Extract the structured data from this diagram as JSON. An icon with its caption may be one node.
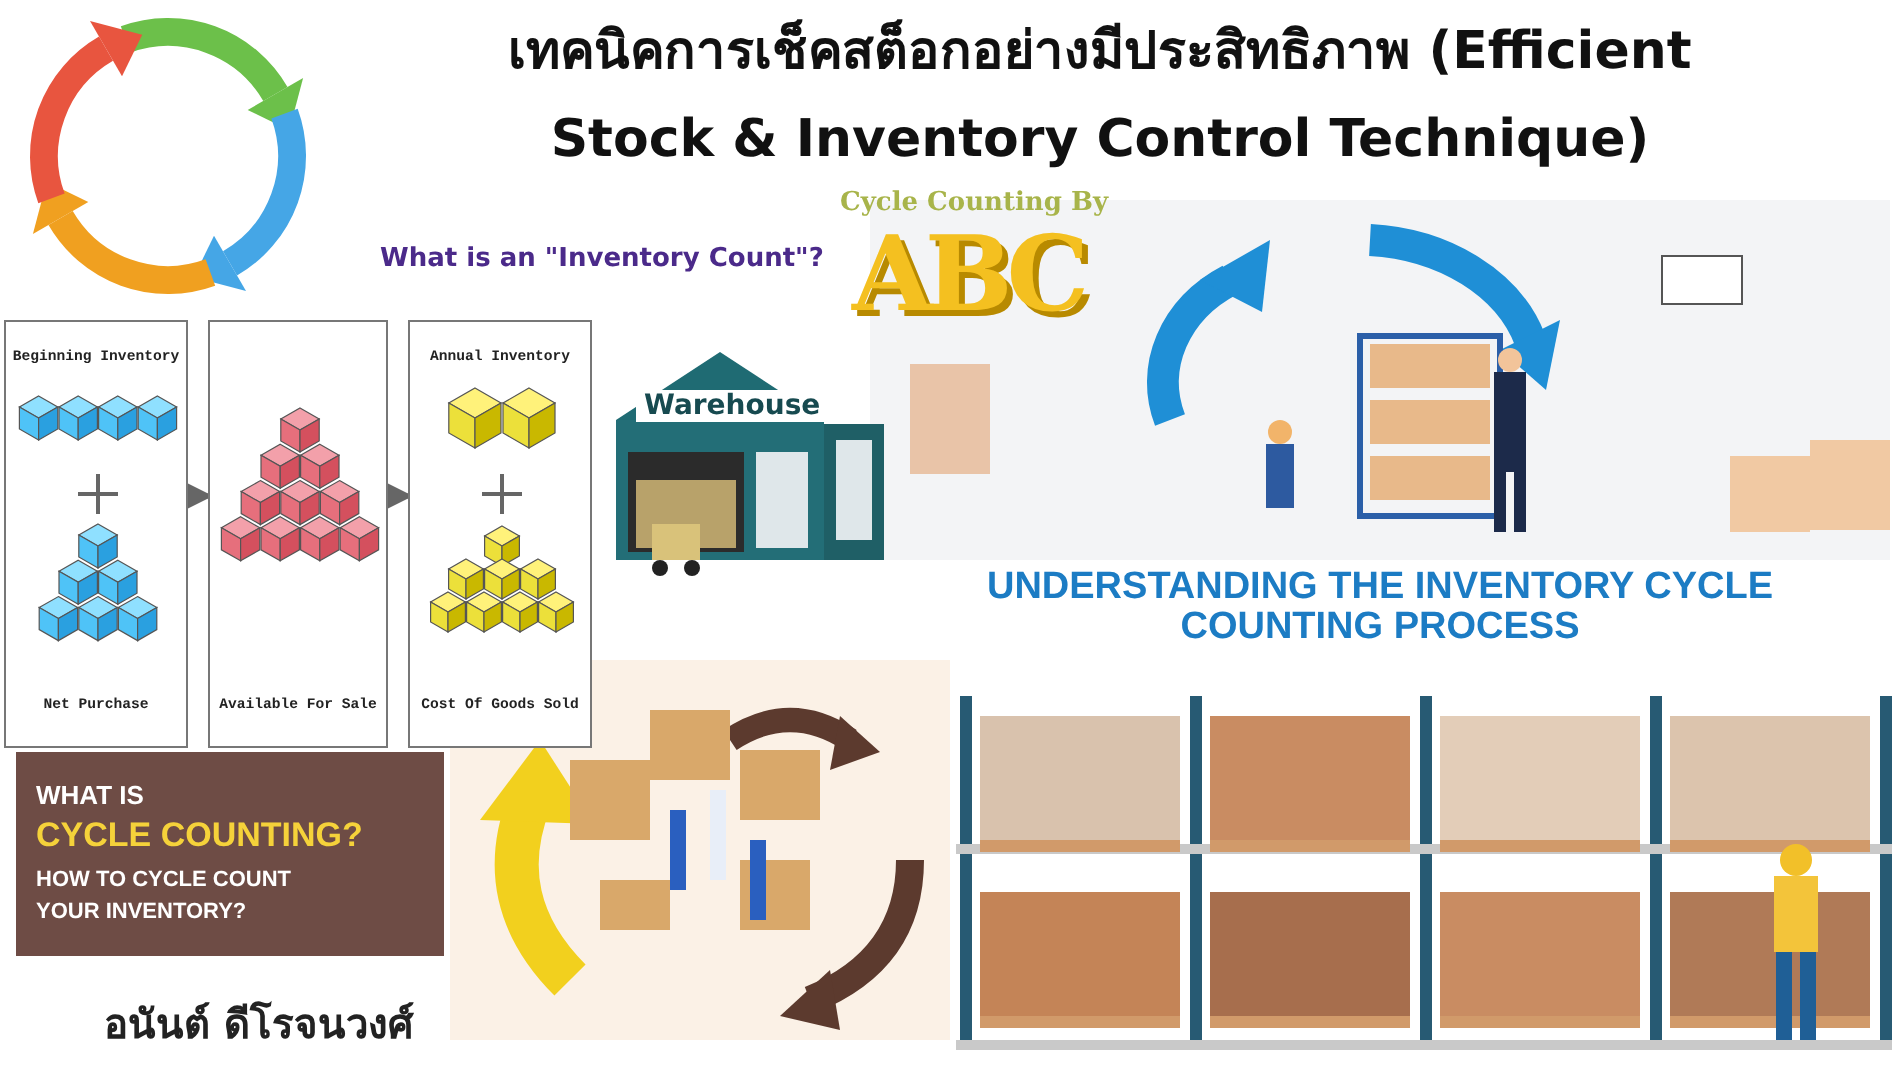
{
  "diagram": {
    "title": "เทคนิคการเช็คสต็อกอย่างมีประสิทธิภาพ (Efficient Stock & Inventory Control Technique)",
    "nodes": [
      {
        "text": [
          "Beginning Inventory",
          "Net Purchase"
        ]
      },
      {
        "text": [
          "Available For Sale"
        ]
      },
      {
        "text": [
          "Annual Inventory",
          "Cost Of Goods Sold"
        ]
      }
    ],
    "edges": [
      {
        "from": 0,
        "to": 1,
        "arrow": "to"
      },
      {
        "from": 1,
        "to": 2,
        "arrow": "to"
      }
    ],
    "labels": [
      "What is an \"Inventory Count\"?",
      "Cycle Counting By",
      "ABC",
      "Warehouse",
      "UNDERSTANDING THE INVENTORY CYCLE COUNTING PROCESS",
      "WHAT IS",
      "CYCLE COUNTING?",
      "HOW TO CYCLE COUNT YOUR INVENTORY?",
      "อนันต์ ดีโรจนวงศ์"
    ]
  }
}
